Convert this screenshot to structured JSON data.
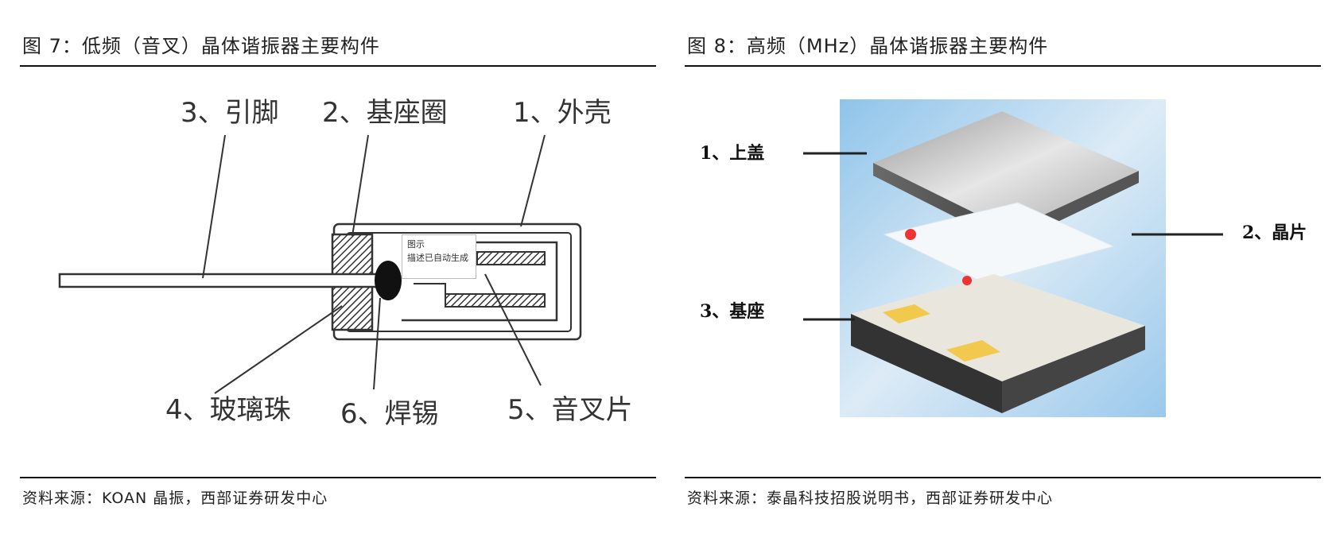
{
  "left": {
    "title": "图 7：低频（音叉）晶体谐振器主要构件",
    "source": "资料来源：KOAN 晶振，西部证券研发中心",
    "labels": {
      "pin": "3、引脚",
      "base_ring": "2、基座圈",
      "shell": "1、外壳",
      "glass_bead": "4、玻璃珠",
      "solder": "6、焊锡",
      "tuning_fork": "5、音叉片"
    },
    "tooltip": {
      "line1": "图示",
      "line2": "描述已自动生成"
    }
  },
  "right": {
    "title": "图 8：高频（MHz）晶体谐振器主要构件",
    "source": "资料来源：泰晶科技招股说明书，西部证券研发中心",
    "labels": {
      "lid": "1、上盖",
      "wafer": "2、晶片",
      "base": "3、基座"
    }
  }
}
